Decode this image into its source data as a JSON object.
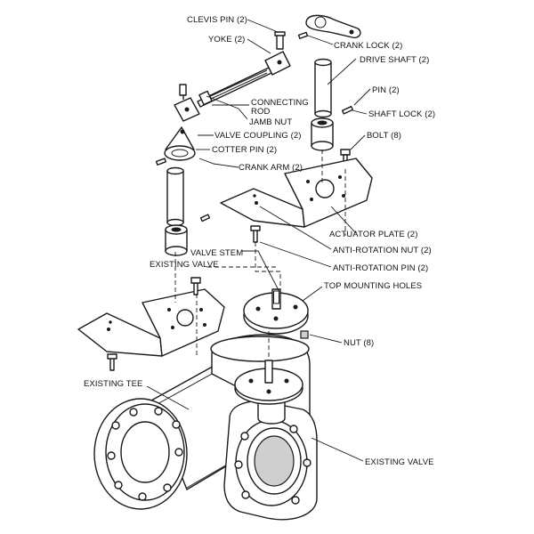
{
  "labels": {
    "clevis_pin": "CLEVIS PIN (2)",
    "yoke": "YOKE (2)",
    "crank_lock": "CRANK LOCK (2)",
    "drive_shaft": "DRIVE SHAFT (2)",
    "connecting_rod_1": "CONNECTING",
    "connecting_rod_2": "ROD",
    "jamb_nut": "JAMB NUT",
    "pin": "PIN (2)",
    "shaft_lock": "SHAFT LOCK (2)",
    "valve_coupling": "VALVE COUPLING (2)",
    "bolt": "BOLT (8)",
    "cotter_pin": "COTTER PIN (2)",
    "crank_arm": "CRANK ARM (2)",
    "actuator_plate": "ACTUATOR PLATE (2)",
    "anti_rotation_nut": "ANTI-ROTATION NUT (2)",
    "valve_stem": "VALVE STEM",
    "existing_valve_top": "EXISTING VALVE",
    "anti_rotation_pin": "ANTI-ROTATION PIN (2)",
    "top_mounting_holes": "TOP MOUNTING HOLES",
    "nut": "NUT (8)",
    "existing_tee": "EXISTING TEE",
    "existing_valve_bottom": "EXISTING VALVE"
  }
}
